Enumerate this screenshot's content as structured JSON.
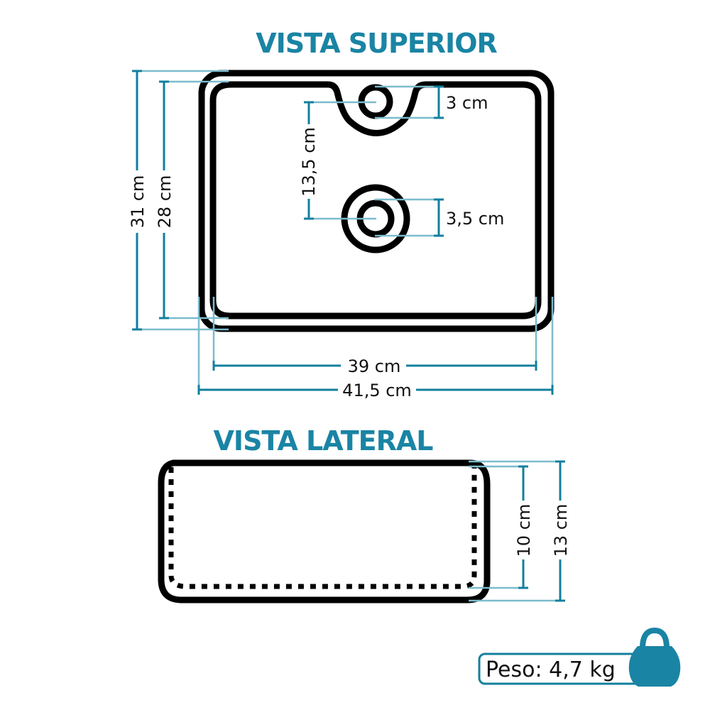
{
  "colors": {
    "accent": "#1a84a4",
    "dimension_line": "#137f9e",
    "extension_line": "#7bbccd",
    "outline": "#000000"
  },
  "top_view": {
    "title": "VISTA SUPERIOR",
    "dimensions": {
      "outer_height": "31 cm",
      "inner_height": "28 cm",
      "inner_width": "39 cm",
      "outer_width": "41,5 cm",
      "faucet_hole_diameter": "3 cm",
      "drain_hole_diameter": "3,5 cm",
      "hole_spacing": "13,5 cm"
    }
  },
  "side_view": {
    "title": "VISTA LATERAL",
    "dimensions": {
      "inner_depth": "10 cm",
      "outer_height": "13 cm"
    }
  },
  "weight": {
    "label": "Peso: 4,7 kg",
    "icon": "kettlebell-weight-icon"
  }
}
